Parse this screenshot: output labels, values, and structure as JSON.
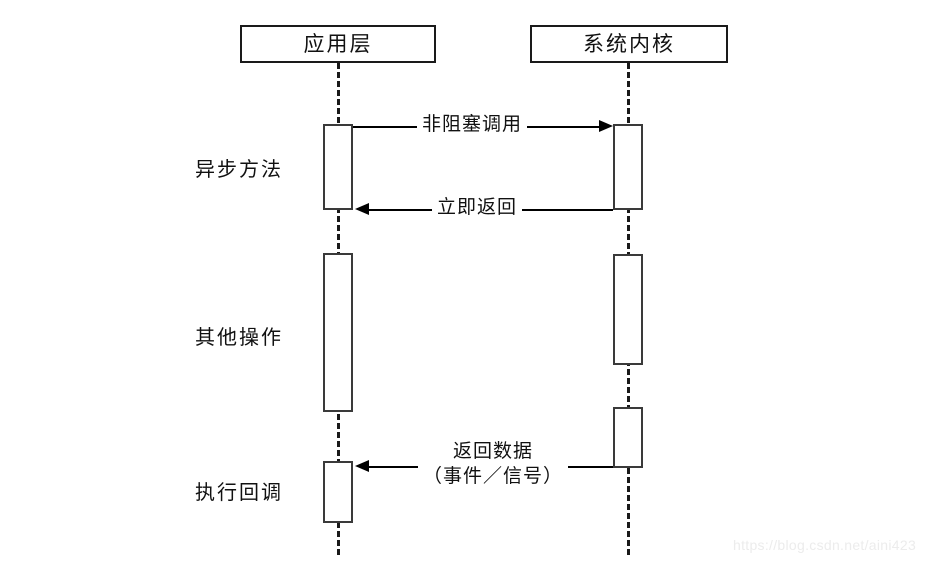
{
  "diagram": {
    "type": "sequence-diagram",
    "participants": [
      {
        "id": "app",
        "label": "应用层"
      },
      {
        "id": "kernel",
        "label": "系统内核"
      }
    ],
    "phase_labels": [
      {
        "id": "async-method",
        "label": "异步方法"
      },
      {
        "id": "other-operations",
        "label": "其他操作"
      },
      {
        "id": "execute-callback",
        "label": "执行回调"
      }
    ],
    "messages": [
      {
        "id": "non-blocking-call",
        "label": "非阻塞调用",
        "direction": "right"
      },
      {
        "id": "immediate-return",
        "label": "立即返回",
        "direction": "left"
      },
      {
        "id": "return-data",
        "label_line1": "返回数据",
        "label_line2": "（事件／信号）",
        "direction": "left"
      }
    ],
    "watermark": "https://blog.csdn.net/aini423",
    "colors": {
      "stroke": "#1a1a1a",
      "activation_stroke": "#3a3a3a",
      "background": "#ffffff",
      "watermark": "#ececec"
    }
  }
}
